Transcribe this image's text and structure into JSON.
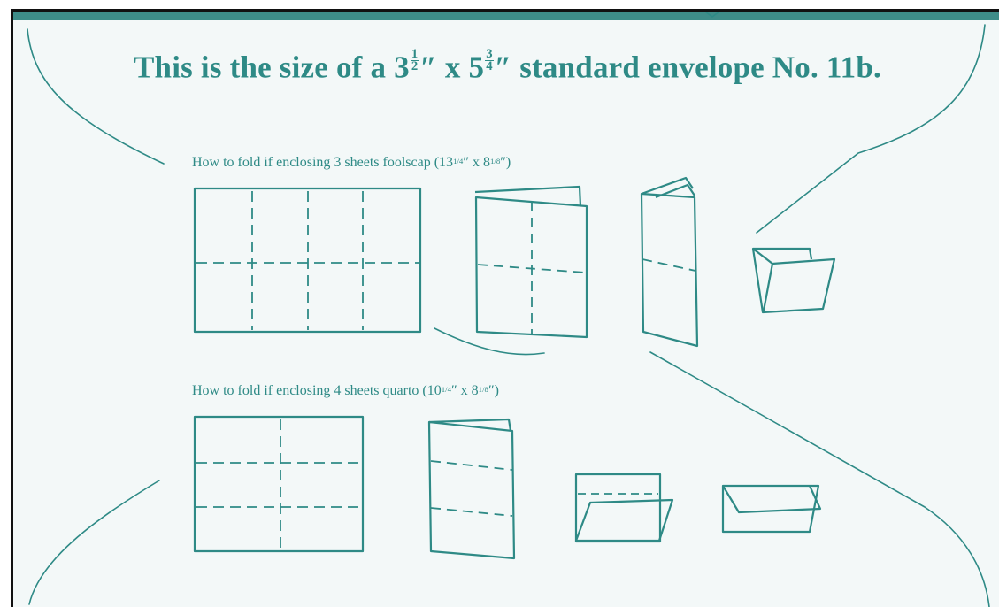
{
  "title": {
    "prefix": "This is the size of a 3",
    "f1_num": "1",
    "f1_den": "2",
    "middle": "″ x 5",
    "f2_num": "3",
    "f2_den": "4",
    "suffix": "″ standard envelope No. 11b."
  },
  "section_foolscap": {
    "caption_pre": "How to fold if enclosing 3 sheets foolscap (13",
    "c_a": "1",
    "c_b": "4",
    "caption_mid": "″ x 8",
    "c_c": "1",
    "c_d": "8",
    "caption_post": "″)"
  },
  "section_quarto": {
    "caption_pre": "How to fold if enclosing 4 sheets quarto (10",
    "c_a": "1",
    "c_b": "4",
    "caption_mid": "″ x 8",
    "c_c": "1",
    "c_d": "8",
    "caption_post": "″)"
  },
  "colors": {
    "ink": "#2e8a86",
    "paper": "#f3f8f8",
    "band": "#3e8d89"
  }
}
